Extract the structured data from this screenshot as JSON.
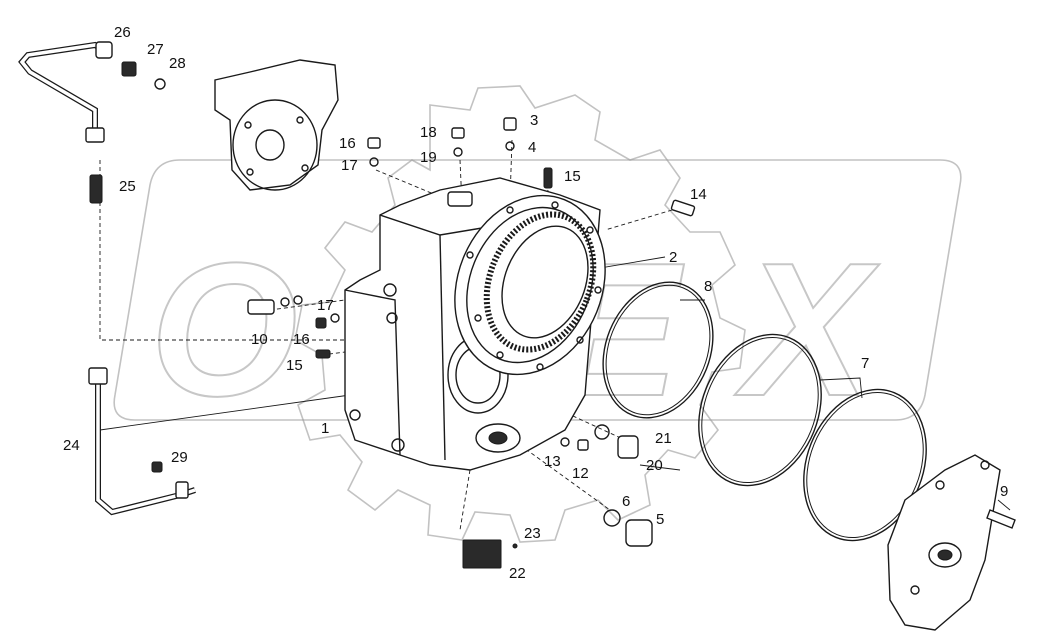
{
  "watermark": {
    "text": "OPEX"
  },
  "header_mark": "",
  "part_labels": [
    {
      "id": "p1",
      "text": "1"
    },
    {
      "id": "p2",
      "text": "2"
    },
    {
      "id": "p3",
      "text": "3"
    },
    {
      "id": "p4",
      "text": "4"
    },
    {
      "id": "p5",
      "text": "5"
    },
    {
      "id": "p6",
      "text": "6"
    },
    {
      "id": "p7",
      "text": "7"
    },
    {
      "id": "p8",
      "text": "8"
    },
    {
      "id": "p9",
      "text": "9"
    },
    {
      "id": "p10",
      "text": "10"
    },
    {
      "id": "p12",
      "text": "12"
    },
    {
      "id": "p13",
      "text": "13"
    },
    {
      "id": "p14",
      "text": "14"
    },
    {
      "id": "p15a",
      "text": "15"
    },
    {
      "id": "p15b",
      "text": "15"
    },
    {
      "id": "p16a",
      "text": "16"
    },
    {
      "id": "p16b",
      "text": "16"
    },
    {
      "id": "p17a",
      "text": "17"
    },
    {
      "id": "p17b",
      "text": "17"
    },
    {
      "id": "p18",
      "text": "18"
    },
    {
      "id": "p19",
      "text": "19"
    },
    {
      "id": "p20",
      "text": "20"
    },
    {
      "id": "p21",
      "text": "21"
    },
    {
      "id": "p22",
      "text": "22"
    },
    {
      "id": "p23",
      "text": "23"
    },
    {
      "id": "p24",
      "text": "24"
    },
    {
      "id": "p25",
      "text": "25"
    },
    {
      "id": "p26",
      "text": "26"
    },
    {
      "id": "p27",
      "text": "27"
    },
    {
      "id": "p28",
      "text": "28"
    },
    {
      "id": "p29",
      "text": "29"
    }
  ]
}
